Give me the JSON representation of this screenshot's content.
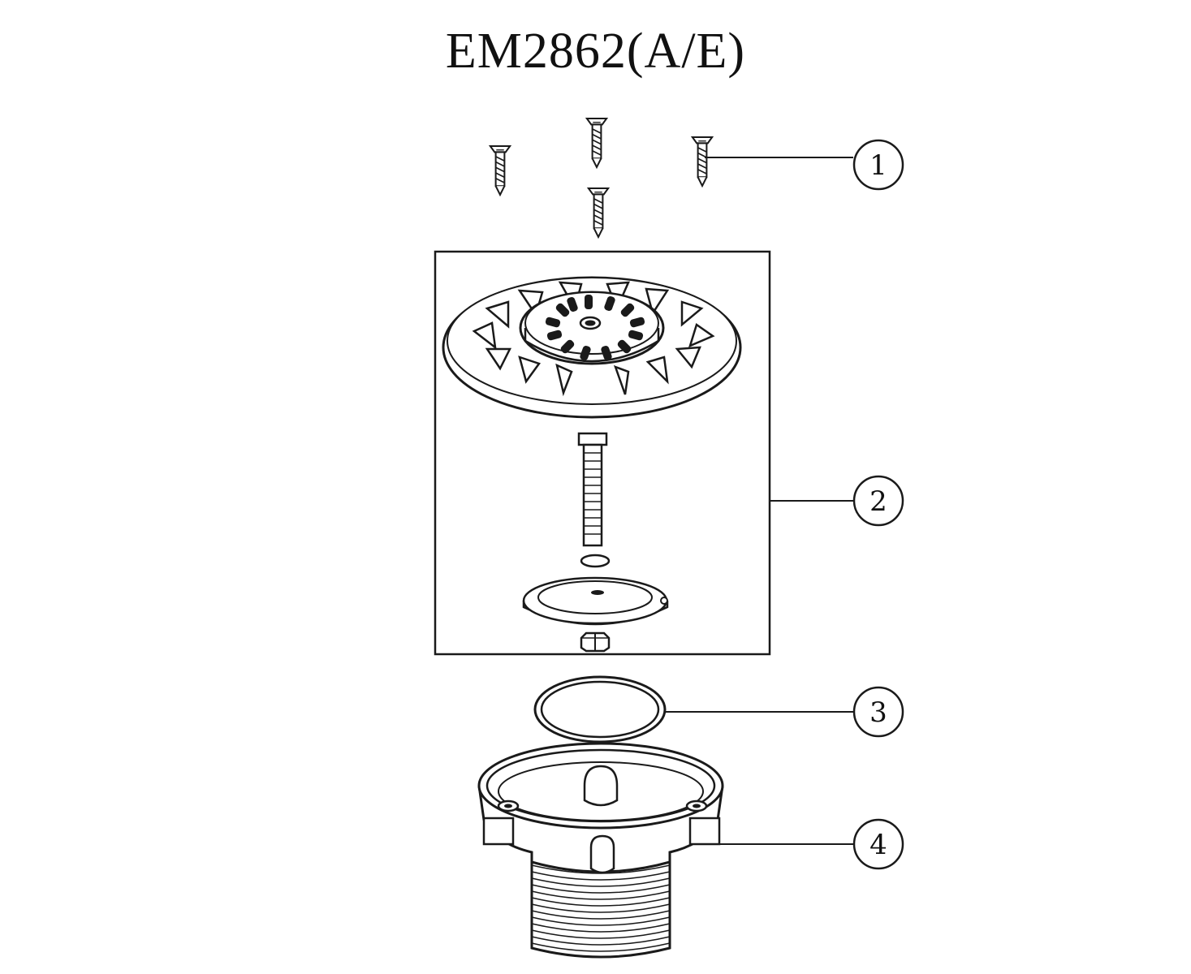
{
  "title": "EM2862(A/E)",
  "callouts": [
    {
      "label": "1",
      "part": "screws"
    },
    {
      "label": "2",
      "part": "grate-assembly"
    },
    {
      "label": "3",
      "part": "o-ring-gasket"
    },
    {
      "label": "4",
      "part": "drain-body"
    }
  ],
  "colors": {
    "line": "#1a1a1a",
    "background": "#ffffff"
  }
}
